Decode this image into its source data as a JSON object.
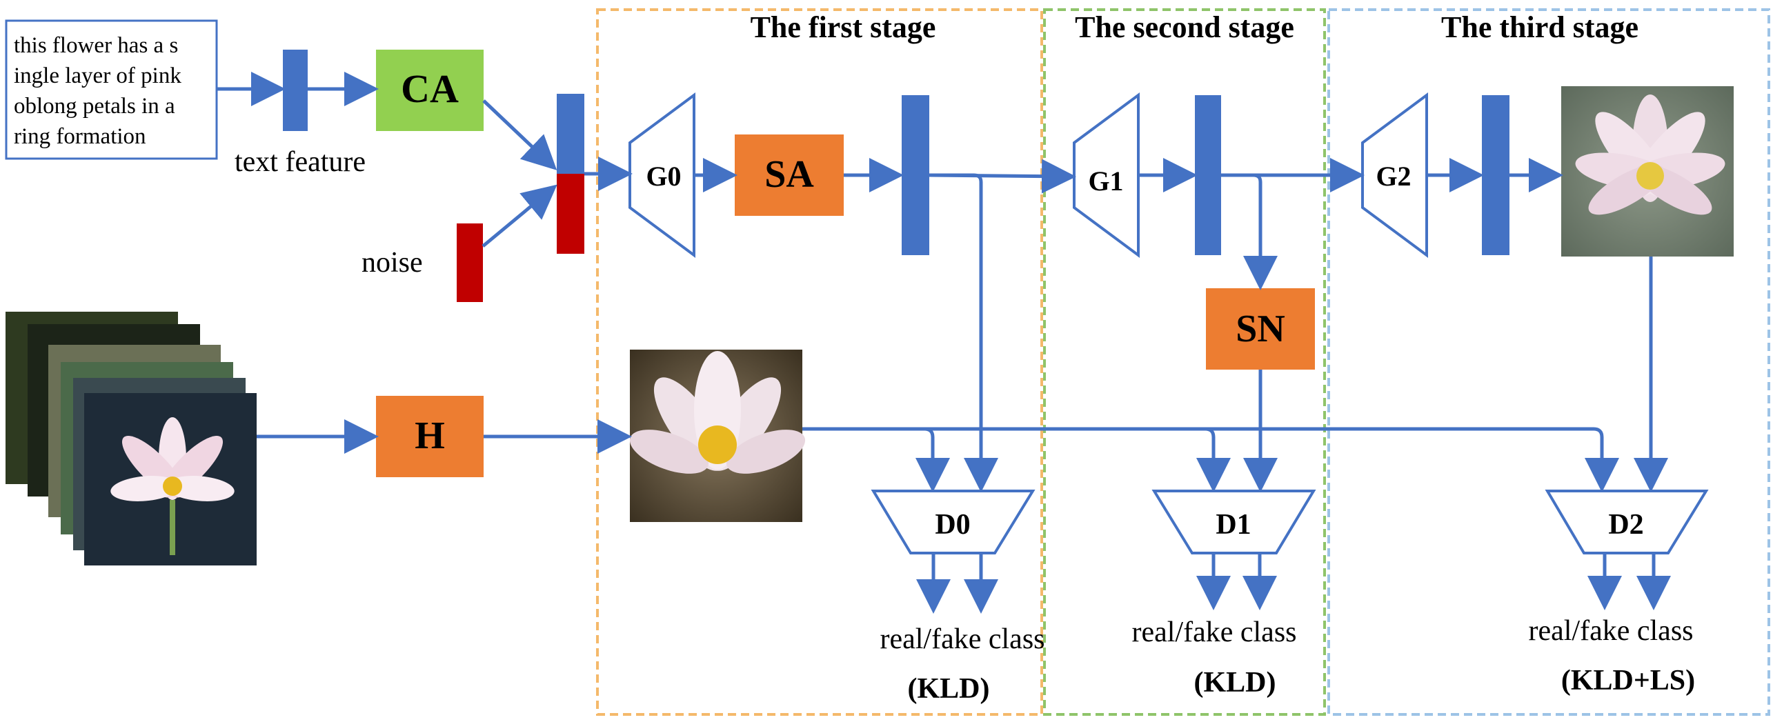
{
  "stages": {
    "first": {
      "title": "The first stage"
    },
    "second": {
      "title": "The second stage"
    },
    "third": {
      "title": "The third stage"
    }
  },
  "input_text": {
    "lines": [
      "this flower has a s",
      "ingle layer of pink",
      "oblong petals in a",
      "ring formation"
    ]
  },
  "labels": {
    "text_feature": "text feature",
    "noise": "noise"
  },
  "nodes": {
    "ca": "CA",
    "h": "H",
    "sa": "SA",
    "sn": "SN",
    "g0": "G0",
    "g1": "G1",
    "g2": "G2",
    "d0": "D0",
    "d1": "D1",
    "d2": "D2"
  },
  "outputs": {
    "d0": {
      "text": "real/fake class",
      "loss": "(KLD)"
    },
    "d1": {
      "text": "real/fake class",
      "loss": "(KLD)"
    },
    "d2": {
      "text": "real/fake class",
      "loss": "(KLD+LS)"
    }
  },
  "colors": {
    "arrow": "#4472c4",
    "feature_bar": "#4472c4",
    "noise_bar": "#c00000",
    "orange_block": "#ed7d31",
    "green_block": "#92d050",
    "stage1_border": "#f4b96b",
    "stage2_border": "#8fc46a",
    "stage3_border": "#9dc3e6"
  }
}
